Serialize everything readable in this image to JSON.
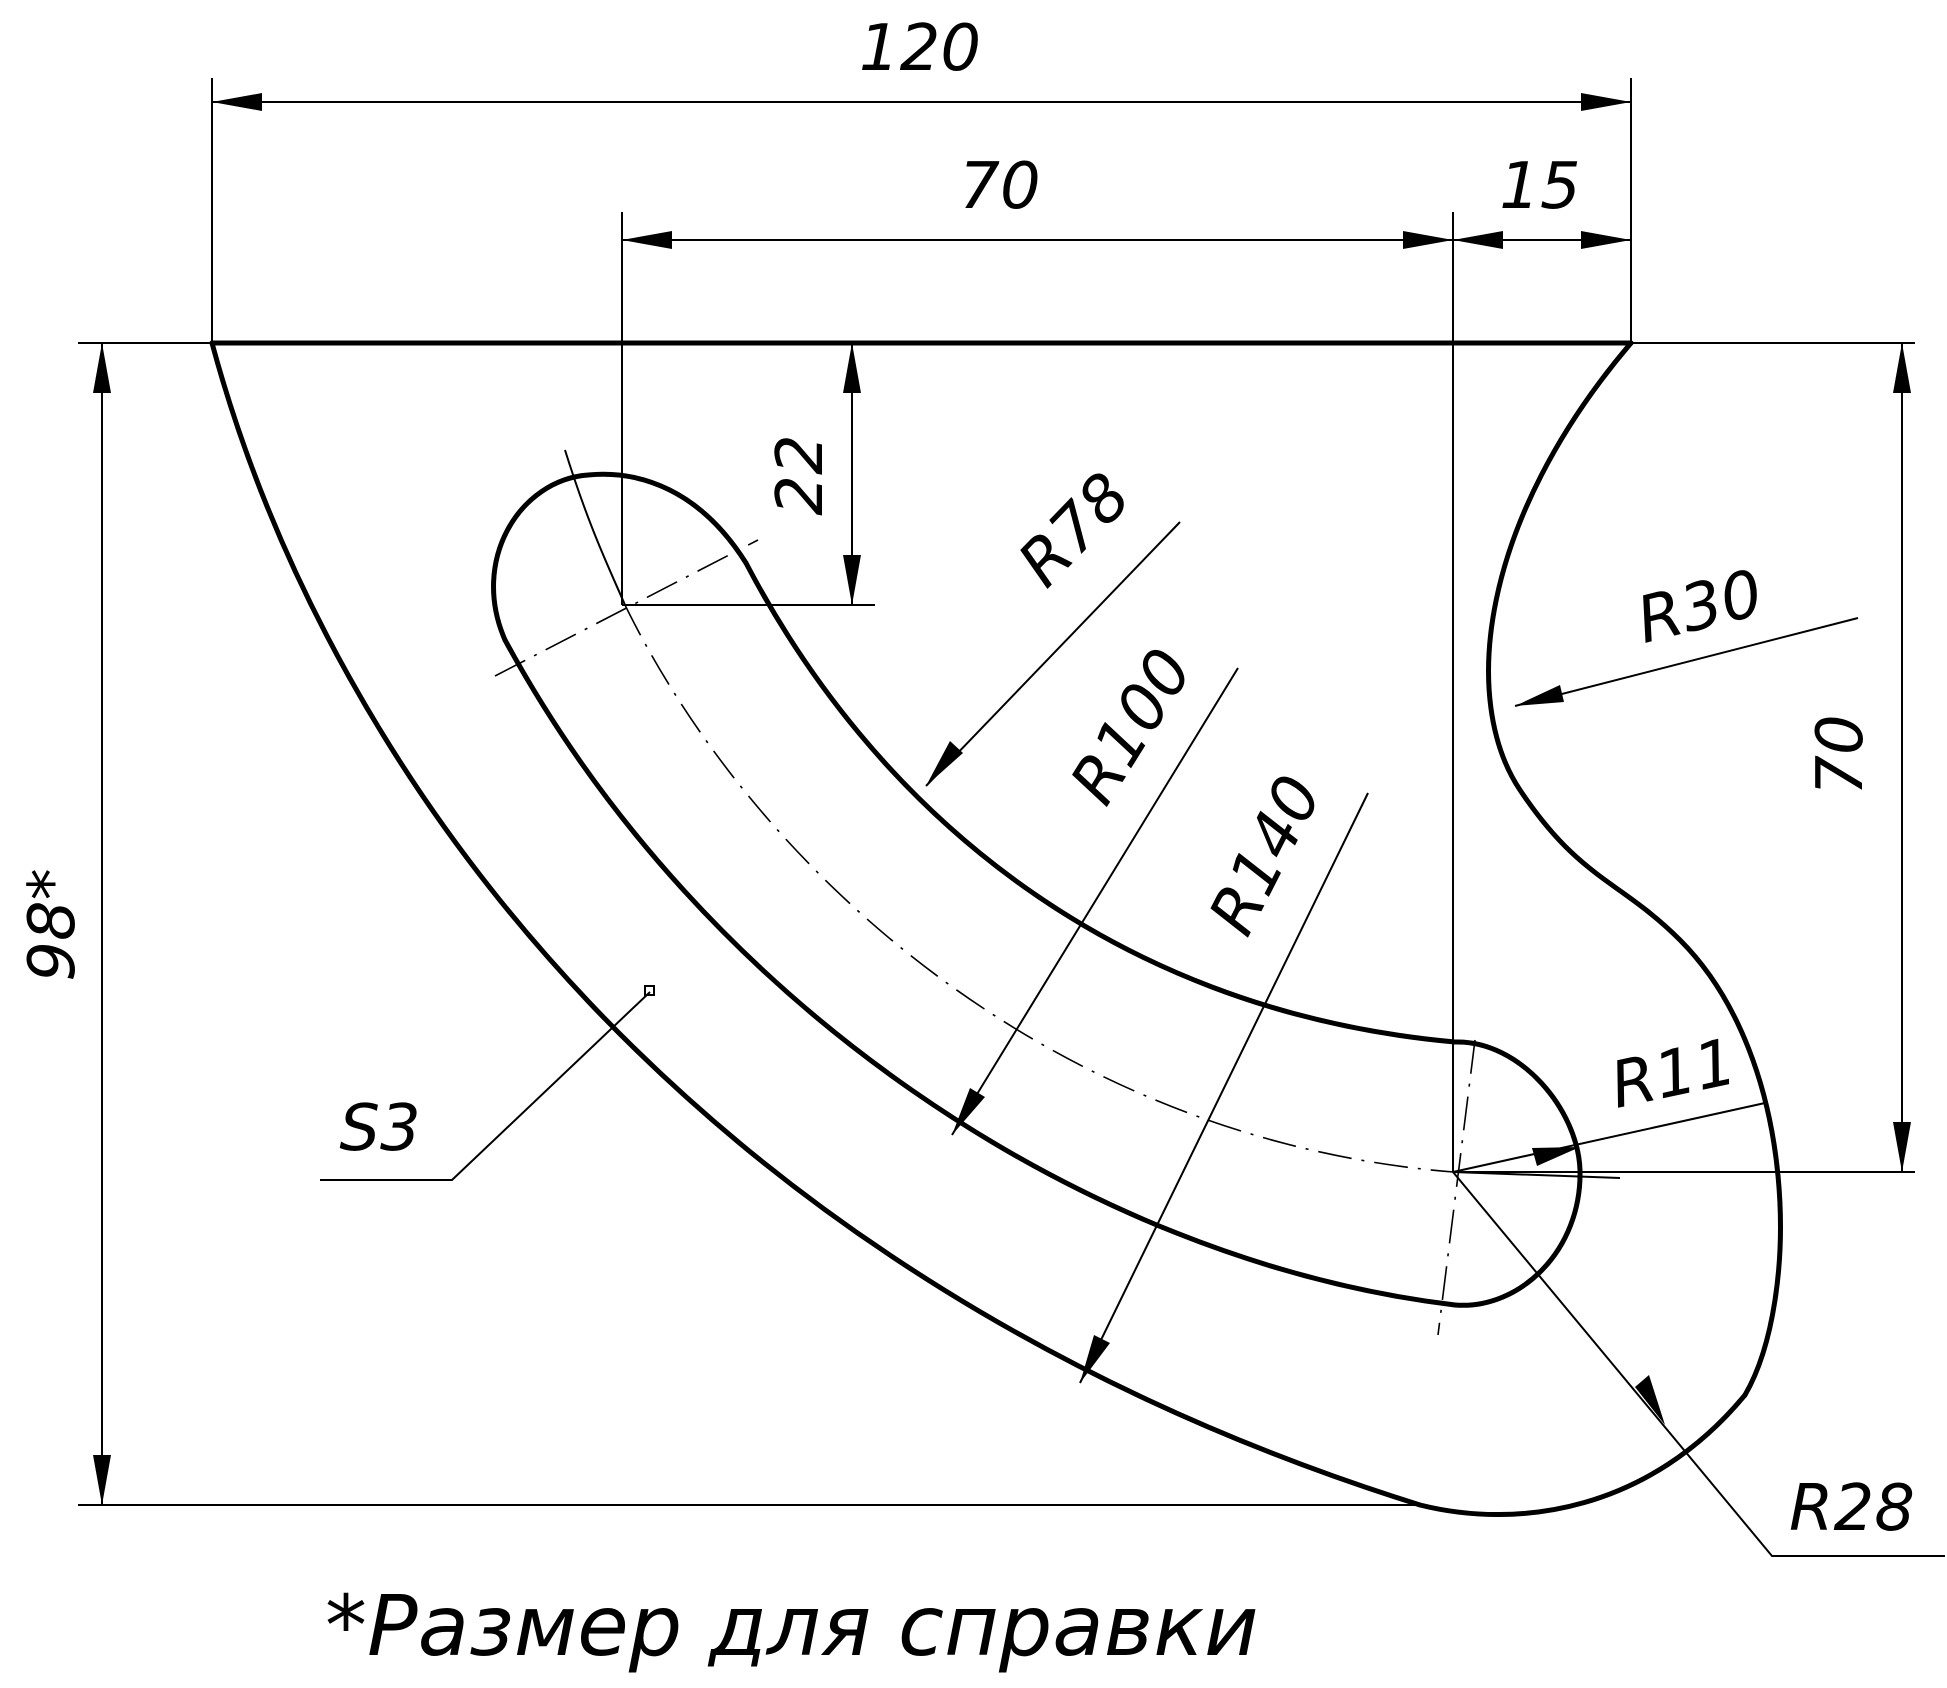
{
  "drawing": {
    "dimensions": {
      "overall_width": "120",
      "center_offset": "70",
      "right_offset": "15",
      "top_offset": "22",
      "height_ref": "98*",
      "right_height": "70",
      "radius_inner": "R78",
      "radius_mid": "R100",
      "radius_outer": "R140",
      "radius_notch": "R30",
      "radius_small": "R11",
      "radius_end": "R28",
      "thickness": "S3"
    },
    "note": "*Размер для справки"
  }
}
